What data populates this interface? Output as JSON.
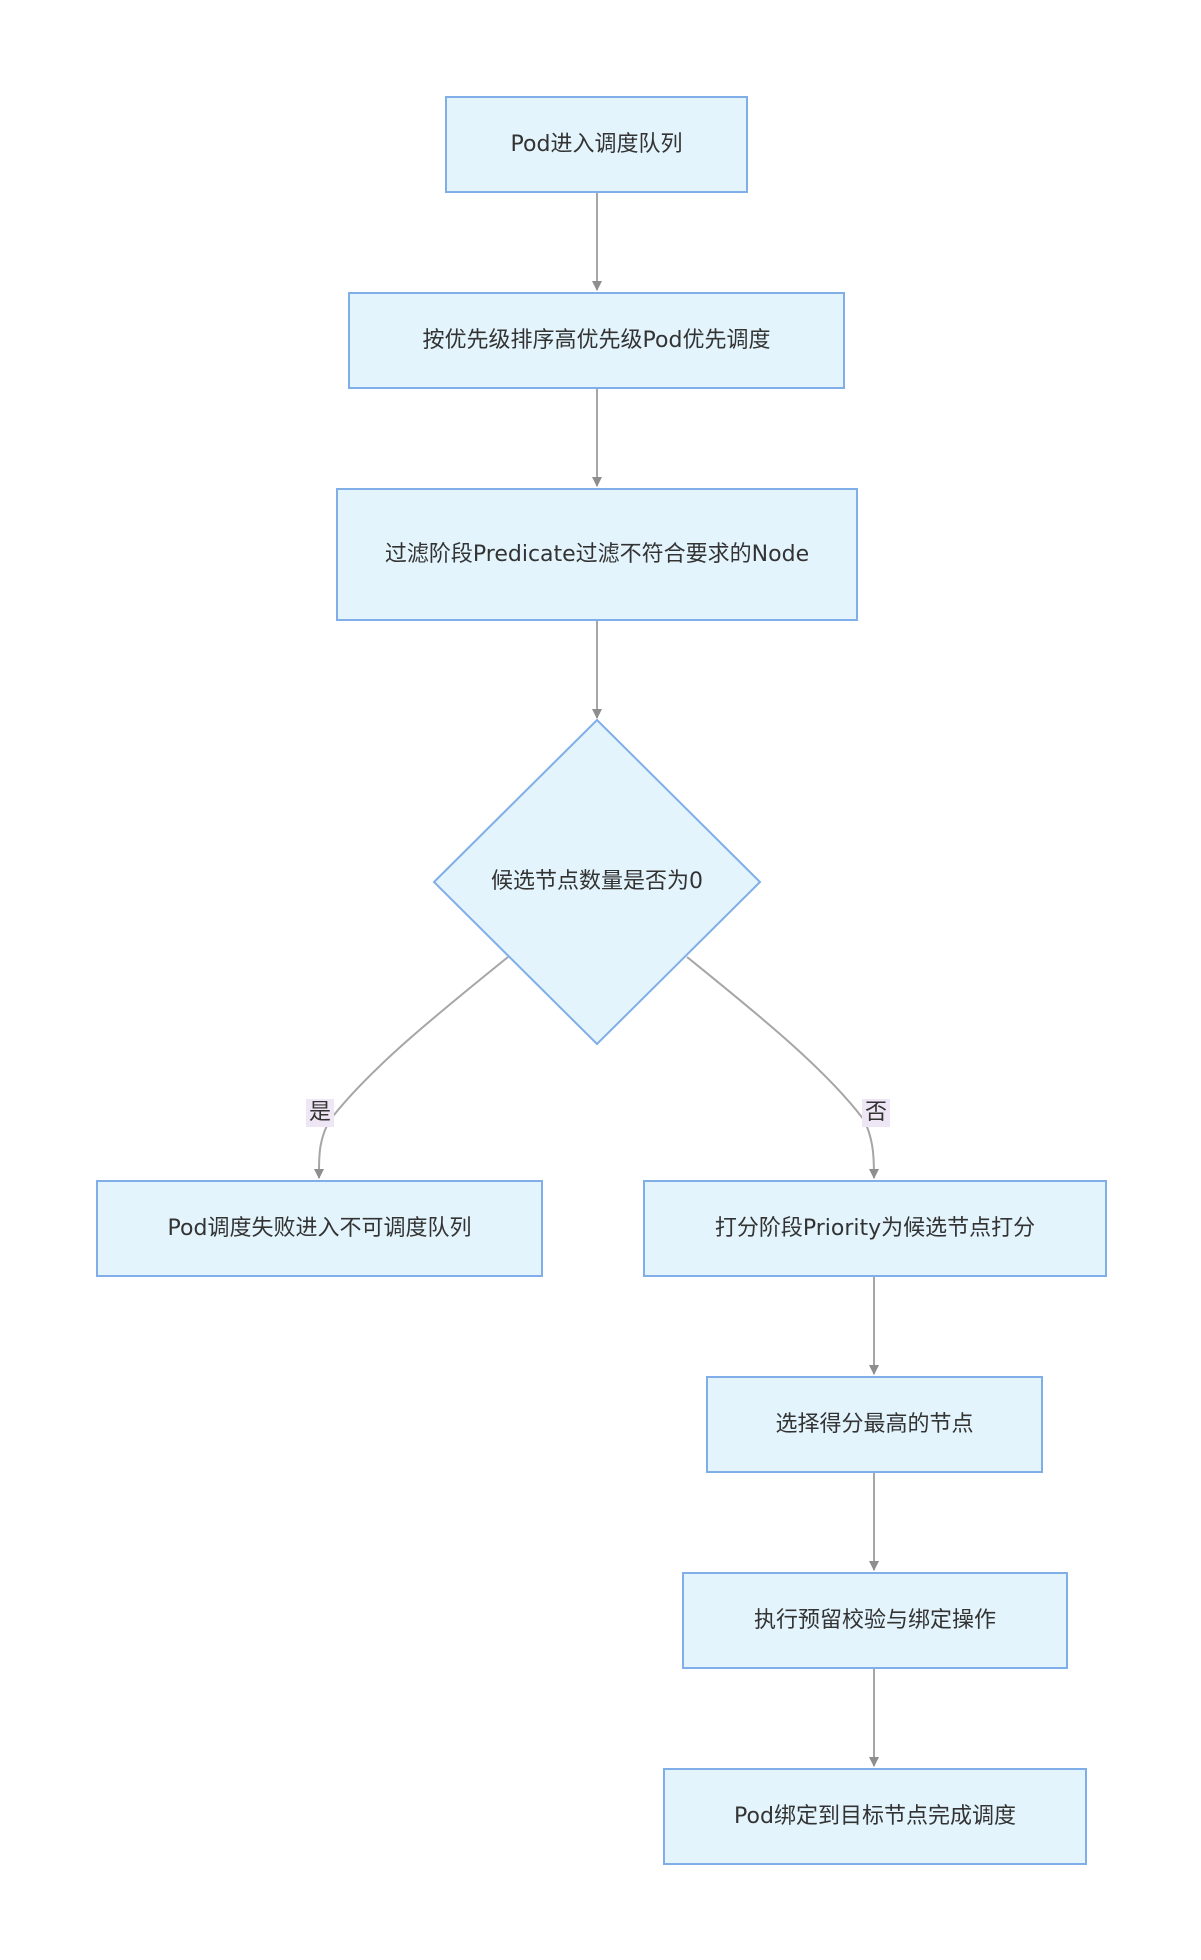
{
  "diagram": {
    "nodes": {
      "enqueue": "Pod进入调度队列",
      "sort": "按优先级排序高优先级Pod优先调度",
      "predicate": "过滤阶段Predicate过滤不符合要求的Node",
      "decision": "候选节点数量是否为0",
      "fail": "Pod调度失败进入不可调度队列",
      "priority": "打分阶段Priority为候选节点打分",
      "select": "选择得分最高的节点",
      "reserve_bind": "执行预留校验与绑定操作",
      "done": "Pod绑定到目标节点完成调度"
    },
    "edge_labels": {
      "yes": "是",
      "no": "否"
    }
  },
  "colors": {
    "node_fill": "#e3f4fc",
    "node_border": "#7faee8",
    "edge": "#a6a6a6",
    "arrowhead": "#8e8e8e",
    "label_bg": "#efe6f5",
    "text": "#333333"
  }
}
